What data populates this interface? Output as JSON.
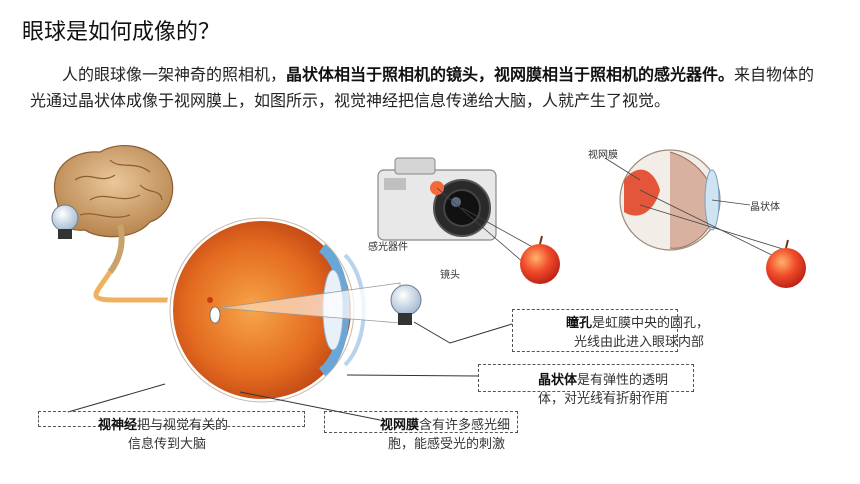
{
  "title": "眼球是如何成像的？",
  "paragraph": {
    "part1": "人的眼球像一架神奇的照相机，",
    "bold1": "晶状体相当于照相机的镜头，视网膜相当于照相机的感光器件。",
    "part2": "来自物体的光通过晶状体成像于视网膜上，如图所示，视觉神经把信息传递给大脑，人就产生了视觉。"
  },
  "camera_labels": {
    "sensor": "感光器件",
    "lens": "镜头"
  },
  "eye_labels": {
    "retina": "视网膜",
    "lens": "晶状体"
  },
  "callouts": {
    "pupil": {
      "term": "瞳孔",
      "line1": "是虹膜中央的圆孔，",
      "line2": "光线由此进入眼球内部"
    },
    "crystalline": {
      "term": "晶状体",
      "line1": "是有弹性的透明",
      "line2": "体，对光线有折射作用"
    },
    "optic_nerve": {
      "term": "视神经",
      "line1": "把与视觉有关的",
      "line2": "信息传到大脑"
    },
    "retina": {
      "term": "视网膜",
      "line1": "含有许多感光细",
      "line2": "胞，能感受光的刺激"
    }
  }
}
